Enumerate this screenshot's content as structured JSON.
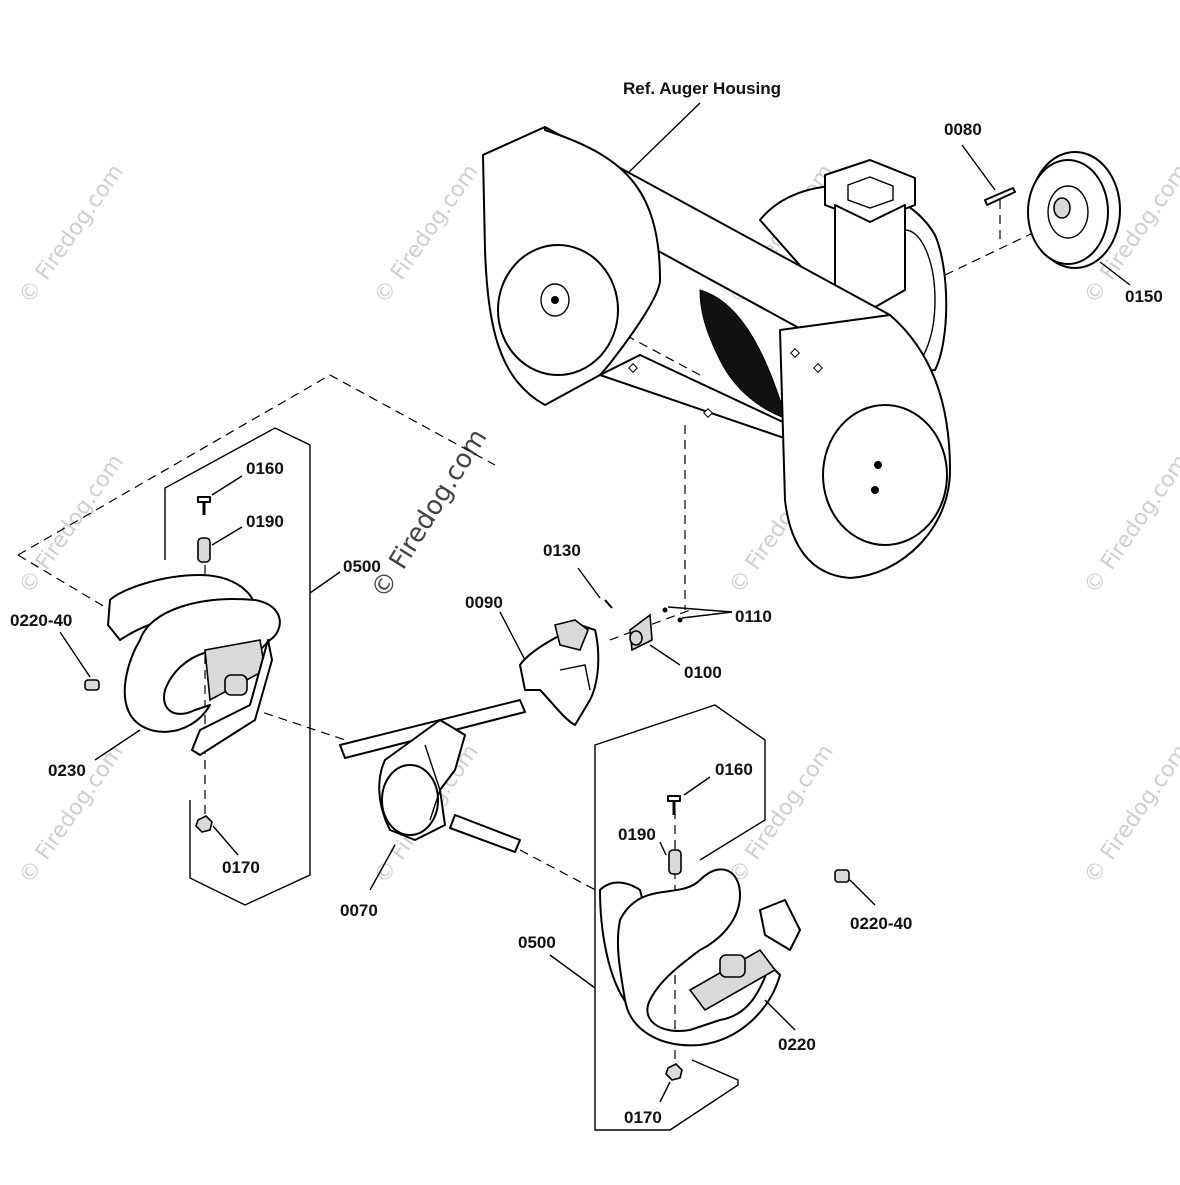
{
  "callouts": {
    "housing_ref": "Ref. Auger Housing",
    "p0080": "0080",
    "p0150": "0150",
    "p0160_left": "0160",
    "p0190_left": "0190",
    "p0500_left": "0500",
    "p0220_40_left": "0220-40",
    "p0230": "0230",
    "p0170_left": "0170",
    "p0130": "0130",
    "p0090": "0090",
    "p0110": "0110",
    "p0100": "0100",
    "p0070": "0070",
    "p0160_right": "0160",
    "p0190_right": "0190",
    "p0500_right": "0500",
    "p0220_40_right": "0220-40",
    "p0220": "0220",
    "p0170_right": "0170"
  },
  "watermarks": {
    "text": "© Firedog.com",
    "center_text": "© Firedog.com"
  },
  "icons": [
    "auger-housing",
    "pulley",
    "key",
    "auger-left",
    "auger-right",
    "gearbox",
    "shaft",
    "bolt",
    "spacer",
    "nut",
    "grease-fitting",
    "bearing-plate"
  ]
}
